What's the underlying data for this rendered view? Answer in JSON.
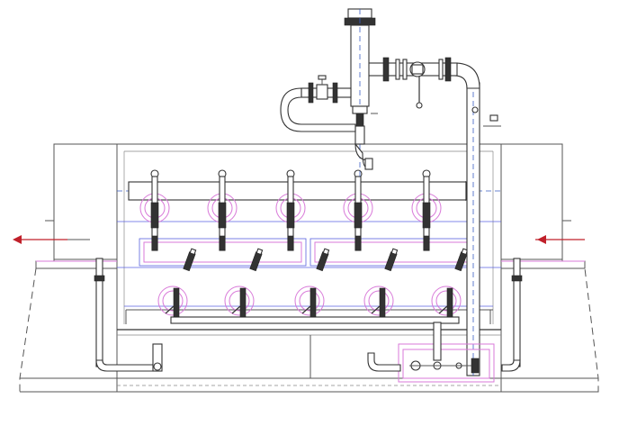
{
  "diagram": {
    "type": "technical piping / equipment drawing",
    "colors": {
      "line": "#555555",
      "hidden_line": "#3a5ec4",
      "reference_line": "#5a62e0",
      "highlight": "#d97ad9",
      "arrow": "#c0202a"
    },
    "labels": [],
    "upper_nozzle_count": 5,
    "lower_nozzle_count": 5,
    "angled_nozzle_count": 5
  }
}
